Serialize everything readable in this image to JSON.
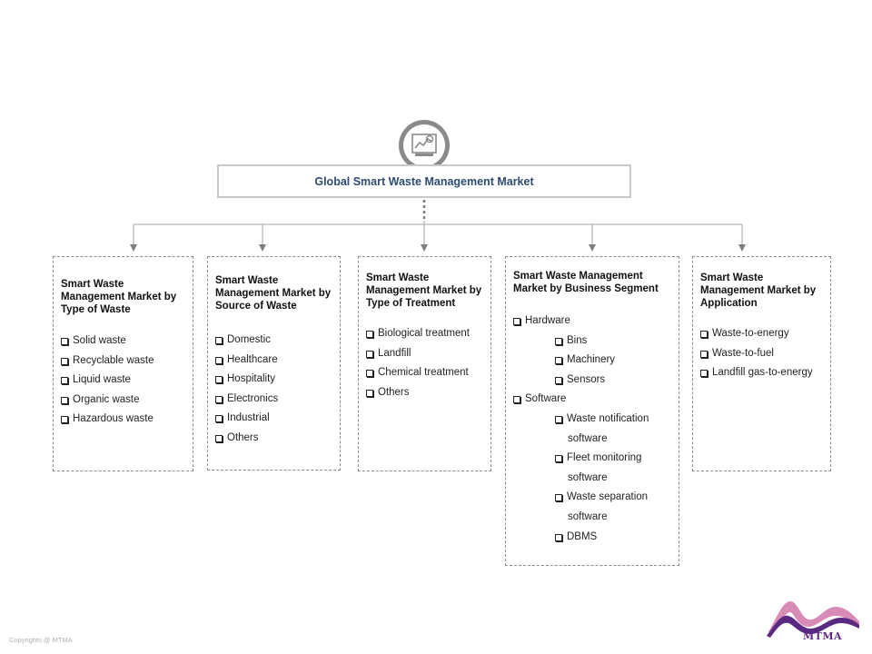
{
  "title": "Global Smart Waste Management Market",
  "segments": [
    {
      "title": "Smart Waste Management Market by Type of Waste",
      "items": [
        "Solid waste",
        "Recyclable waste",
        "Liquid waste",
        "Organic waste",
        "Hazardous waste"
      ]
    },
    {
      "title": "Smart Waste Management Market by Source of Waste",
      "items": [
        "Domestic",
        "Healthcare",
        "Hospitality",
        "Electronics",
        "Industrial",
        "Others"
      ]
    },
    {
      "title": "Smart Waste Management Market by Type of Treatment",
      "items": [
        "Biological treatment",
        "Landfill",
        "Chemical treatment",
        "Others"
      ]
    },
    {
      "title": "Smart Waste Management Market by Business Segment",
      "items": [
        {
          "label": "Hardware",
          "level": 0
        },
        {
          "label": "Bins",
          "level": 1
        },
        {
          "label": "Machinery",
          "level": 1
        },
        {
          "label": "Sensors",
          "level": 1
        },
        {
          "label": "Software",
          "level": 0
        },
        {
          "label": "Waste notification",
          "level": 1
        },
        {
          "label": "software",
          "level": 2
        },
        {
          "label": "Fleet monitoring",
          "level": 1
        },
        {
          "label": "software",
          "level": 2
        },
        {
          "label": "Waste separation",
          "level": 1
        },
        {
          "label": "software",
          "level": 2
        },
        {
          "label": "DBMS",
          "level": 1
        }
      ]
    },
    {
      "title": "Smart Waste Management Market by Application",
      "items": [
        "Waste-to-energy",
        "Waste-to-fuel",
        "Landfill gas-to-energy"
      ]
    }
  ],
  "footer": {
    "copyright": "Copyrights @ MTMA",
    "logo_text": "MTMA"
  },
  "colors": {
    "title_text": "#2f4a73",
    "connector": "#a6a6a6",
    "arrow": "#7f7f7f",
    "logo_purple": "#5a2a82",
    "logo_pink": "#d98bb8"
  }
}
